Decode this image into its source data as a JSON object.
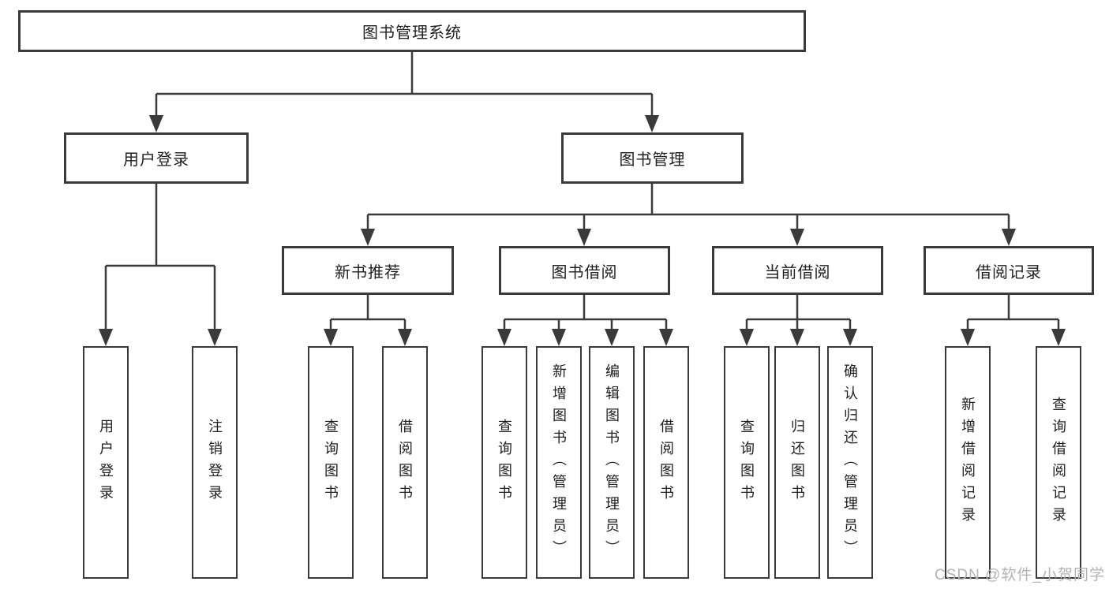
{
  "tree": {
    "root": {
      "label": "图书管理系统",
      "children": [
        {
          "label": "用户登录",
          "children": [
            {
              "label": "用户登录"
            },
            {
              "label": "注销登录"
            }
          ]
        },
        {
          "label": "图书管理",
          "children": [
            {
              "label": "新书推荐",
              "children": [
                {
                  "label": "查询图书"
                },
                {
                  "label": "借阅图书"
                }
              ]
            },
            {
              "label": "图书借阅",
              "children": [
                {
                  "label": "查询图书"
                },
                {
                  "label": "新增图书（管理员）"
                },
                {
                  "label": "编辑图书（管理员）"
                },
                {
                  "label": "借阅图书"
                }
              ]
            },
            {
              "label": "当前借阅",
              "children": [
                {
                  "label": "查询图书"
                },
                {
                  "label": "归还图书"
                },
                {
                  "label": "确认归还（管理员）"
                }
              ]
            },
            {
              "label": "借阅记录",
              "children": [
                {
                  "label": "新增借阅记录"
                },
                {
                  "label": "查询借阅记录"
                }
              ]
            }
          ]
        }
      ]
    }
  },
  "watermark": {
    "text": "CSDN @软件_小贺同学"
  },
  "colors": {
    "line": "#3a3a3a",
    "box_border": "#3a3a3a",
    "box_background": "#ffffff",
    "text": "#1f1f1f",
    "watermark": "#b3b3b3"
  }
}
